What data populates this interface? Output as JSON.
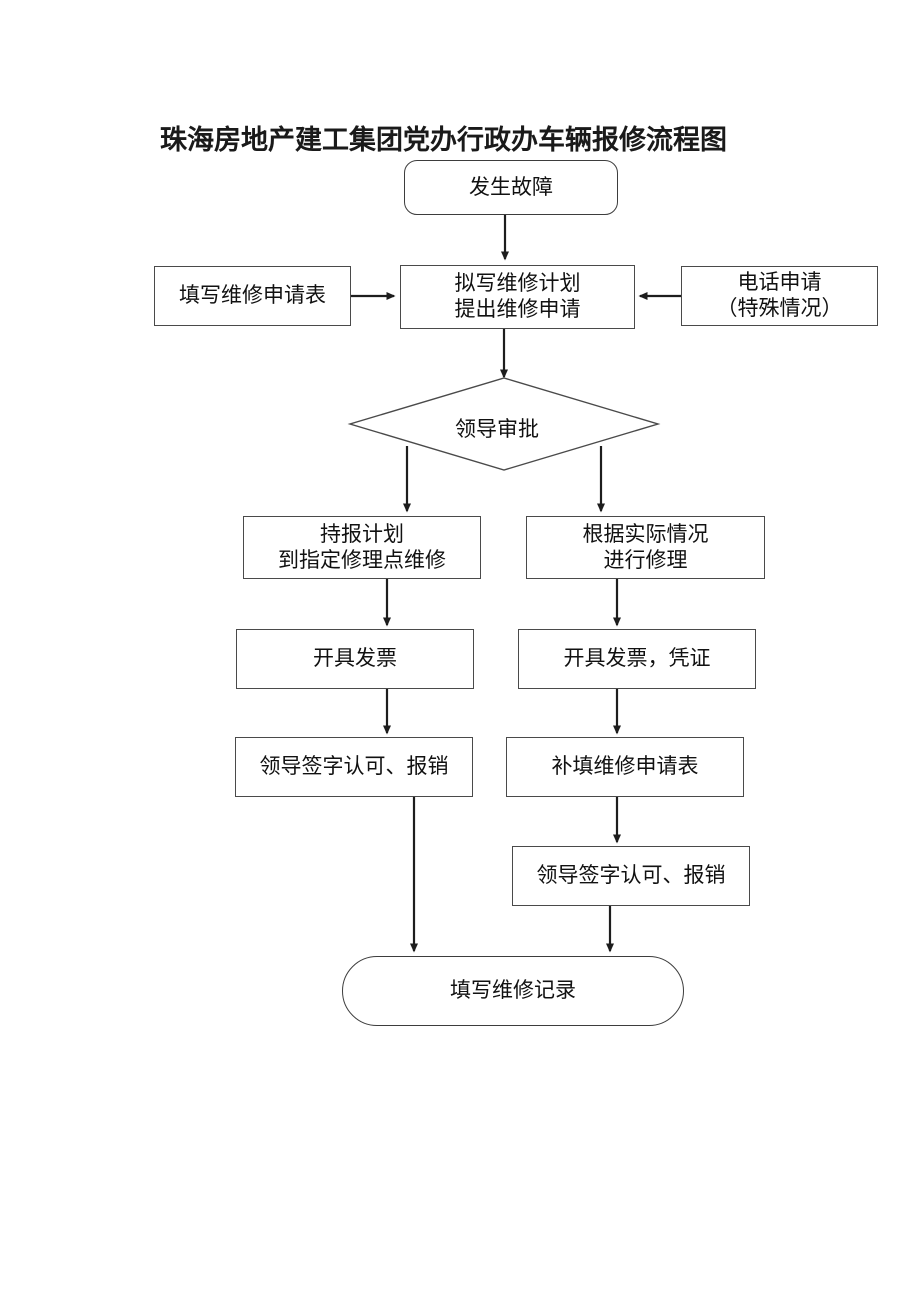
{
  "page": {
    "title": "珠海房地产建工集团党办行政办车辆报修流程图",
    "background_color": "#ffffff",
    "line_color": "#4a4a4a",
    "text_color": "#111111"
  },
  "nodes": {
    "start": {
      "label": "发生故障",
      "shape": "rounded-rectangle"
    },
    "fill_application_form": {
      "label": "填写维修申请表",
      "shape": "rectangle"
    },
    "draft_plan": {
      "line1": "拟写维修计划",
      "line2": "提出维修申请",
      "shape": "rectangle"
    },
    "phone_application": {
      "line1": "电话申请",
      "line2": "（特殊情况）",
      "shape": "rectangle"
    },
    "approval": {
      "label": "领导审批",
      "shape": "diamond"
    },
    "left_repair": {
      "line1": "持报计划",
      "line2": "到指定修理点维修",
      "shape": "rectangle"
    },
    "right_repair": {
      "line1": "根据实际情况",
      "line2": "进行修理",
      "shape": "rectangle"
    },
    "left_invoice": {
      "label": "开具发票",
      "shape": "rectangle"
    },
    "right_invoice": {
      "label": "开具发票，凭证",
      "shape": "rectangle"
    },
    "left_sign": {
      "label": "领导签字认可、报销",
      "shape": "rectangle"
    },
    "right_supplement_form": {
      "label": "补填维修申请表",
      "shape": "rectangle"
    },
    "right_sign": {
      "label": "领导签字认可、报销",
      "shape": "rectangle"
    },
    "end": {
      "label": "填写维修记录",
      "shape": "stadium"
    }
  },
  "connectors": [
    {
      "name": "start-to-draft",
      "from": "start",
      "to": "draft_plan",
      "arrow": true
    },
    {
      "name": "form-to-draft",
      "from": "fill_application_form",
      "to": "draft_plan",
      "arrow": true
    },
    {
      "name": "phone-to-draft",
      "from": "phone_application",
      "to": "draft_plan",
      "arrow": true
    },
    {
      "name": "draft-to-approval",
      "from": "draft_plan",
      "to": "approval",
      "arrow": true
    },
    {
      "name": "approval-to-left-repair",
      "from": "approval",
      "to": "left_repair",
      "arrow": true
    },
    {
      "name": "approval-to-right-repair",
      "from": "approval",
      "to": "right_repair",
      "arrow": true
    },
    {
      "name": "left-repair-to-left-invoice",
      "from": "left_repair",
      "to": "left_invoice",
      "arrow": true
    },
    {
      "name": "right-repair-to-right-invoice",
      "from": "right_repair",
      "to": "right_invoice",
      "arrow": true
    },
    {
      "name": "left-invoice-to-left-sign",
      "from": "left_invoice",
      "to": "left_sign",
      "arrow": true
    },
    {
      "name": "right-invoice-to-supplement",
      "from": "right_invoice",
      "to": "right_supplement_form",
      "arrow": true
    },
    {
      "name": "supplement-to-right-sign",
      "from": "right_supplement_form",
      "to": "right_sign",
      "arrow": true
    },
    {
      "name": "left-sign-to-end",
      "from": "left_sign",
      "to": "end",
      "arrow": true
    },
    {
      "name": "right-sign-to-end",
      "from": "right_sign",
      "to": "end",
      "arrow": true
    }
  ]
}
